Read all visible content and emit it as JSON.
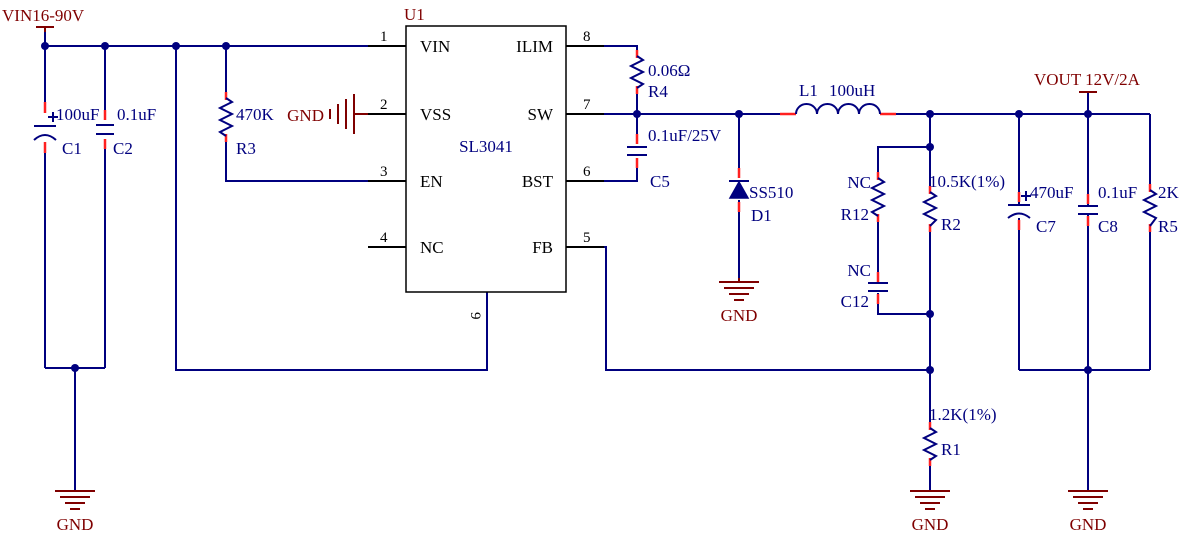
{
  "input_label": "VIN16-90V",
  "output_label": "VOUT 12V/2A",
  "chip": {
    "ref": "U1",
    "name": "SL3041",
    "pins": {
      "vin": {
        "num": "1",
        "name": "VIN"
      },
      "vss": {
        "num": "2",
        "name": "VSS"
      },
      "en": {
        "num": "3",
        "name": "EN"
      },
      "nc": {
        "num": "4",
        "name": "NC"
      },
      "fb": {
        "num": "5",
        "name": "FB"
      },
      "bst": {
        "num": "6",
        "name": "BST"
      },
      "sw": {
        "num": "7",
        "name": "SW"
      },
      "ilim": {
        "num": "8",
        "name": "ILIM"
      },
      "gnd": {
        "num": "9"
      }
    }
  },
  "components": {
    "c1": {
      "ref": "C1",
      "value": "100uF"
    },
    "c2": {
      "ref": "C2",
      "value": "0.1uF"
    },
    "r3": {
      "ref": "R3",
      "value": "470K"
    },
    "r4": {
      "ref": "R4",
      "value": "0.06Ω"
    },
    "c5": {
      "ref": "C5",
      "value": "0.1uF/25V"
    },
    "d1": {
      "ref": "D1",
      "value": "SS510"
    },
    "l1": {
      "ref": "L1",
      "value": "100uH"
    },
    "r12": {
      "ref": "R12",
      "value": "NC"
    },
    "c12": {
      "ref": "C12",
      "value": "NC"
    },
    "r2": {
      "ref": "R2",
      "value": "10.5K(1%)"
    },
    "r1": {
      "ref": "R1",
      "value": "1.2K(1%)"
    },
    "c7": {
      "ref": "C7",
      "value": "470uF"
    },
    "c8": {
      "ref": "C8",
      "value": "0.1uF"
    },
    "r5": {
      "ref": "R5",
      "value": "2K"
    }
  },
  "ground_label": "GND",
  "colors": {
    "wire": "#00007f",
    "ground": "#7f0000",
    "pin_marker": "#ff2020",
    "pin_line": "#000000"
  }
}
